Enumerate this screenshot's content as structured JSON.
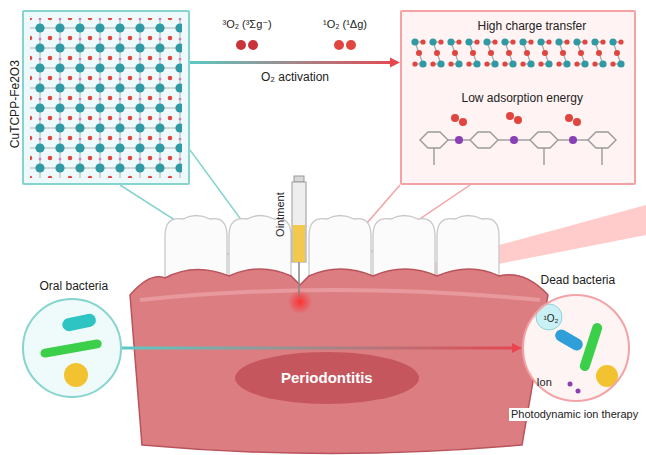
{
  "diagram": {
    "nodes": [
      {
        "text": [
          "CuTCPP-Fe2O3"
        ]
      },
      {
        "text": [
          "High charge transfer",
          "Low adsorption energy"
        ]
      },
      {
        "text": [
          "Oral bacteria"
        ]
      },
      {
        "text": [
          "Dead bacteria",
          "¹O₂",
          "Ion"
        ]
      }
    ],
    "edges": [
      {
        "from": 0,
        "to": 1,
        "arrow": "to",
        "label": "O₂ activation"
      },
      {
        "from": 2,
        "to": 3,
        "arrow": "to"
      }
    ],
    "labels": [
      "³O₂ (³Σg⁻)",
      "¹O₂ (¹Δg)",
      "Ointment",
      "Periodontitis",
      "Photodynamic ion therapy"
    ]
  }
}
